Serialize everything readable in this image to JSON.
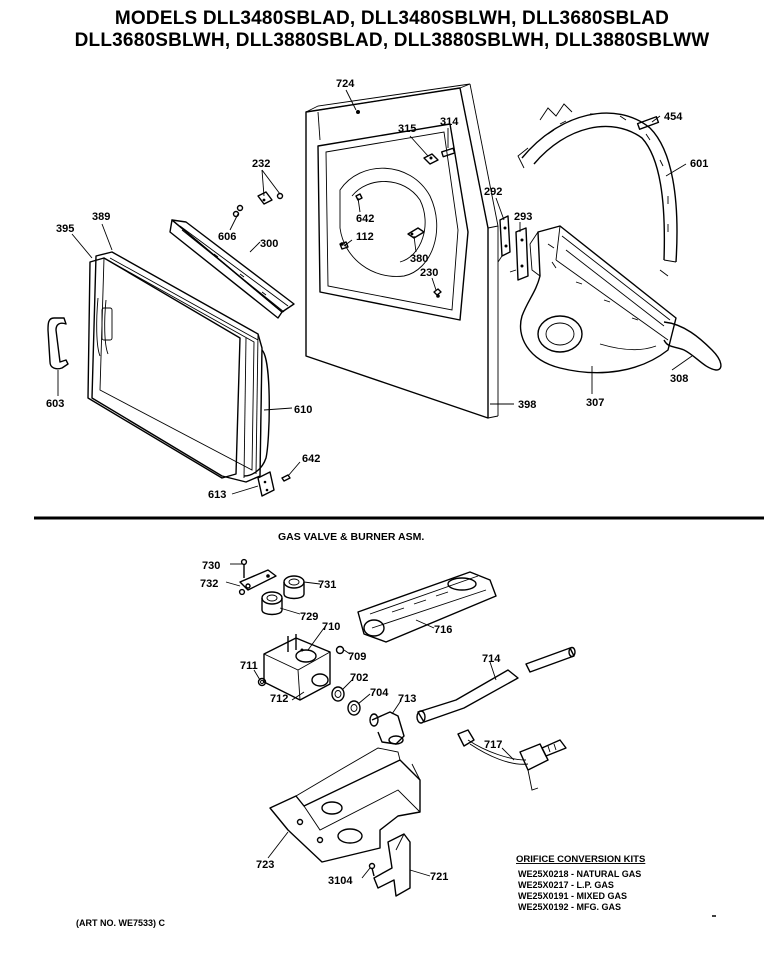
{
  "title_line1": "MODELS DLL3480SBLAD, DLL3480SBLWH, DLL3680SBLAD",
  "title_line2": "DLL3680SBLWH, DLL3880SBLAD, DLL3880SBLWH, DLL3880SBLWW",
  "section_title": "GAS VALVE & BURNER ASM.",
  "upper_callouts": {
    "c724": "724",
    "c315": "315",
    "c314": "314",
    "c454": "454",
    "c601": "601",
    "c232": "232",
    "c642a": "642",
    "c112": "112",
    "c292": "292",
    "c293": "293",
    "c606": "606",
    "c300": "300",
    "c380": "380",
    "c230": "230",
    "c395": "395",
    "c389": "389",
    "c308": "308",
    "c307": "307",
    "c603": "603",
    "c398": "398",
    "c610": "610",
    "c642b": "642",
    "c613": "613"
  },
  "lower_callouts": {
    "c730": "730",
    "c732": "732",
    "c731": "731",
    "c729": "729",
    "c716": "716",
    "c710": "710",
    "c709": "709",
    "c711": "711",
    "c714": "714",
    "c702": "702",
    "c704": "704",
    "c712": "712",
    "c713": "713",
    "c717": "717",
    "c723": "723",
    "c3104": "3104",
    "c721": "721"
  },
  "orifice_kits": {
    "heading": "ORIFICE CONVERSION KITS",
    "items": [
      "WE25X0218 - NATURAL GAS",
      "WE25X0217 - L.P. GAS",
      "WE25X0191 - MIXED GAS",
      "WE25X0192 - MFG. GAS"
    ]
  },
  "art_number": "(ART NO. WE7533) C"
}
